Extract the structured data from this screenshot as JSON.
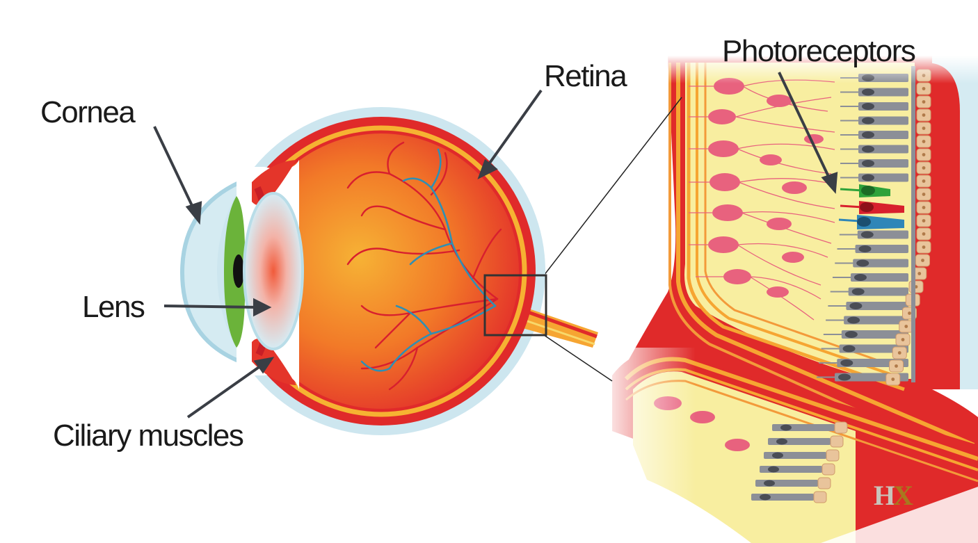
{
  "labels": {
    "cornea": "Cornea",
    "retina": "Retina",
    "photoreceptors": "Photoreceptors",
    "lens": "Lens",
    "ciliary_muscles": "Ciliary muscles"
  },
  "logo": {
    "text": "HX",
    "colors": [
      "#c9c4bb",
      "#a8781f"
    ]
  },
  "colors": {
    "eye_red": "#e02a2a",
    "eye_orange": "#f6a532",
    "sclera_blue": "#cde6ef",
    "cornea_blue": "#b9dde8",
    "iris_green": "#6bb33a",
    "vessel_red": "#d81f2e",
    "vessel_blue": "#2f8fb4",
    "retina_yellow": "#f8eea0",
    "neuron_pink": "#e8627e",
    "rod_grey": "#8c8f97",
    "cone_green": "#2ea23a",
    "cone_red": "#d8202d",
    "cone_blue": "#2f86b8",
    "epithelium_tan": "#e9c49b"
  }
}
